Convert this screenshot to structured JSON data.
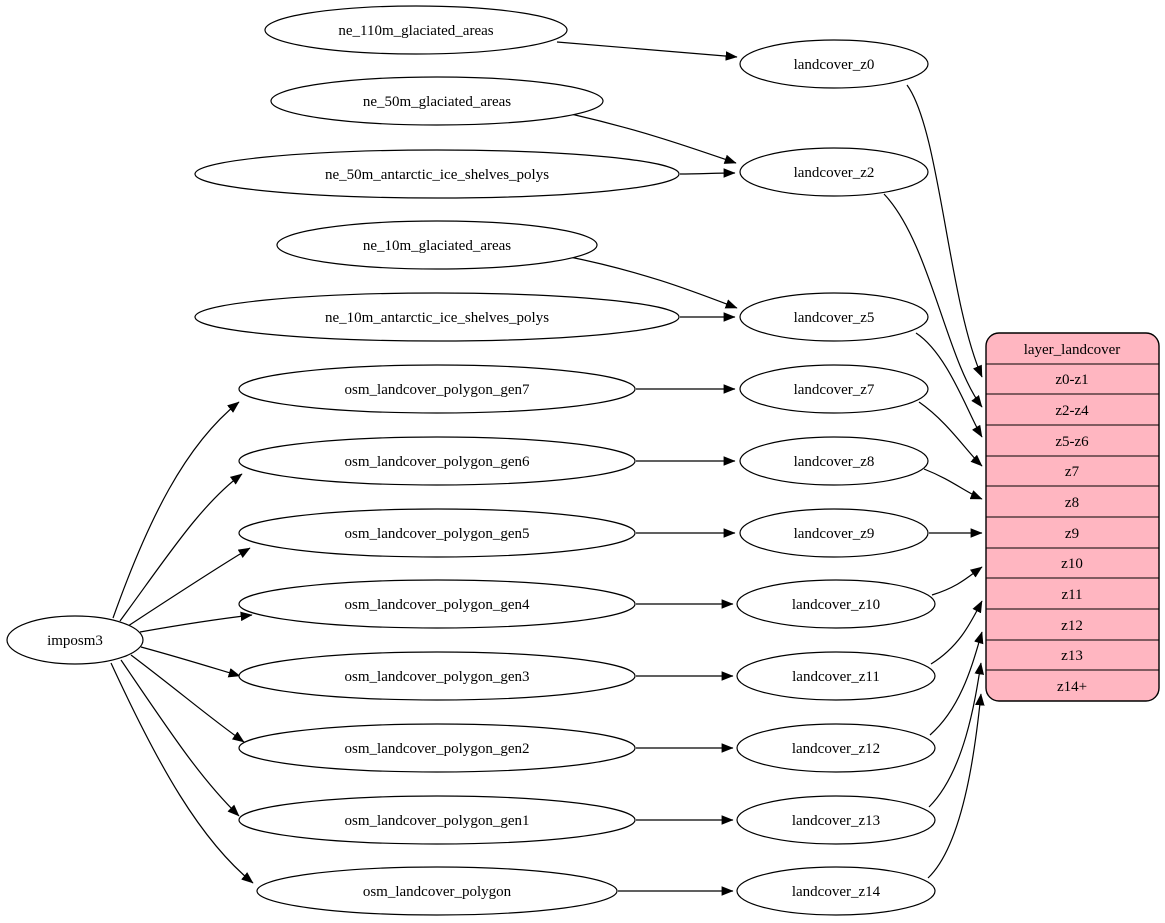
{
  "style": {
    "background": "#ffffff",
    "node_fill": "#ffffff",
    "stroke_color": "#000000",
    "record_fill": "#ffb6c1"
  },
  "nodes": {
    "root": {
      "label": "imposm3"
    },
    "sources": [
      {
        "label": "ne_110m_glaciated_areas"
      },
      {
        "label": "ne_50m_glaciated_areas"
      },
      {
        "label": "ne_50m_antarctic_ice_shelves_polys"
      },
      {
        "label": "ne_10m_glaciated_areas"
      },
      {
        "label": "ne_10m_antarctic_ice_shelves_polys"
      },
      {
        "label": "osm_landcover_polygon_gen7"
      },
      {
        "label": "osm_landcover_polygon_gen6"
      },
      {
        "label": "osm_landcover_polygon_gen5"
      },
      {
        "label": "osm_landcover_polygon_gen4"
      },
      {
        "label": "osm_landcover_polygon_gen3"
      },
      {
        "label": "osm_landcover_polygon_gen2"
      },
      {
        "label": "osm_landcover_polygon_gen1"
      },
      {
        "label": "osm_landcover_polygon"
      }
    ],
    "generalized": [
      {
        "label": "landcover_z0"
      },
      {
        "label": "landcover_z2"
      },
      {
        "label": "landcover_z5"
      },
      {
        "label": "landcover_z7"
      },
      {
        "label": "landcover_z8"
      },
      {
        "label": "landcover_z9"
      },
      {
        "label": "landcover_z10"
      },
      {
        "label": "landcover_z11"
      },
      {
        "label": "landcover_z12"
      },
      {
        "label": "landcover_z13"
      },
      {
        "label": "landcover_z14"
      }
    ],
    "layer": {
      "title": "layer_landcover",
      "rows": [
        "z0-z1",
        "z2-z4",
        "z5-z6",
        "z7",
        "z8",
        "z9",
        "z10",
        "z11",
        "z12",
        "z13",
        "z14+"
      ]
    }
  }
}
